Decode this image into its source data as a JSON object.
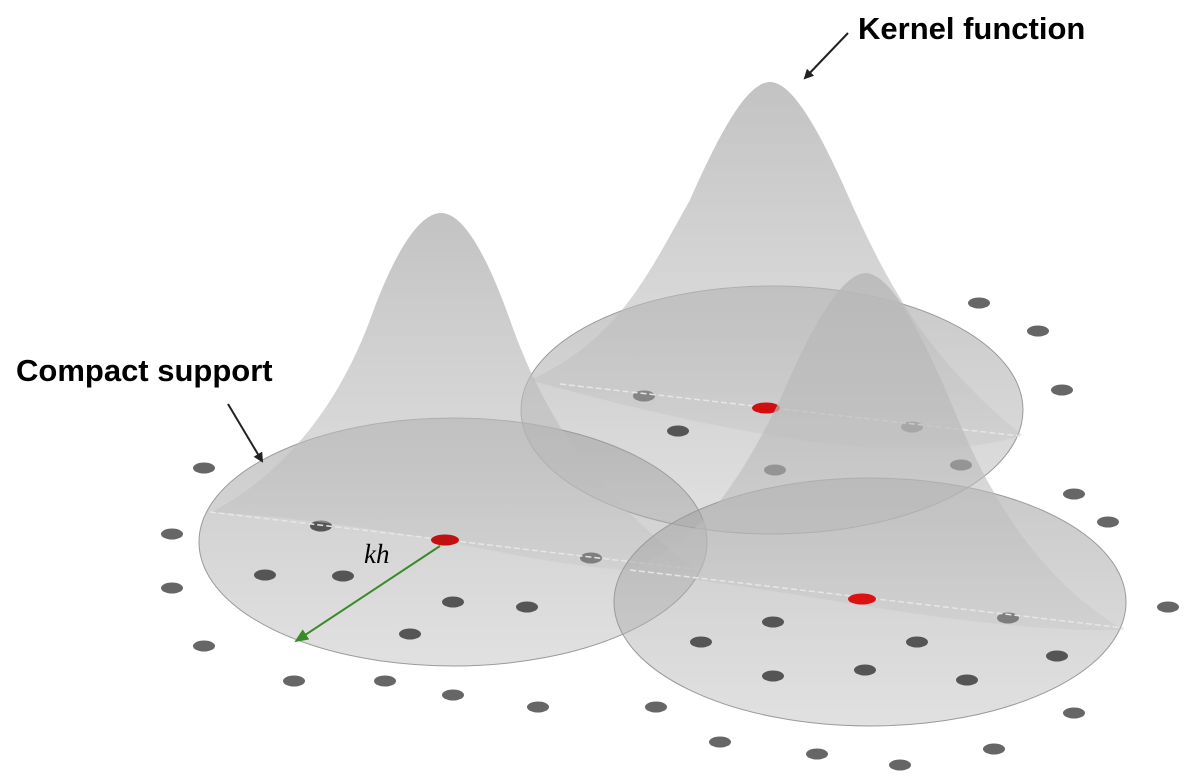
{
  "labels": {
    "kernel_function": "Kernel function",
    "compact_support": "Compact support",
    "radius": "kh"
  },
  "colors": {
    "support_disc": "#8a8a8a",
    "kernel_surface": "#9a9a9a",
    "neighbor_particle": "#5e5e5e",
    "center_particle": "#d01010",
    "radius_arrow": "#3a8a2a",
    "annotation_arrow": "#222222"
  },
  "kernels": [
    {
      "name": "left-kernel",
      "center_particle": "red"
    },
    {
      "name": "top-right-kernel",
      "center_particle": "red"
    },
    {
      "name": "bottom-right-kernel",
      "center_particle": "red"
    }
  ]
}
